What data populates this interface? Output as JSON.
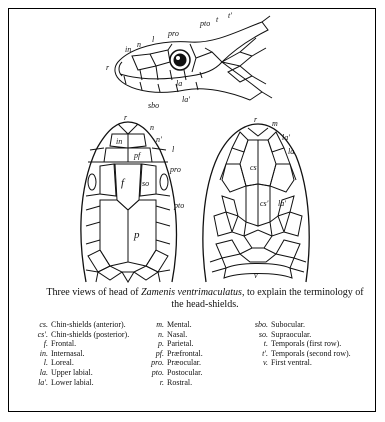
{
  "figure": {
    "caption_parts": [
      "Three views of head of ",
      "Zamenis ventrimaculatus",
      ", to explain the terminology of the head-shields."
    ],
    "labels": {
      "side": [
        "in",
        "n",
        "r",
        "l",
        "pro",
        "pto",
        "t",
        "t'",
        "la",
        "sbo",
        "la'"
      ],
      "top": [
        "r",
        "n",
        "in",
        "n'",
        "pf",
        "l",
        "f",
        "so",
        "pro",
        "pto",
        "p"
      ],
      "bottom": [
        "r",
        "m",
        "la'",
        "la",
        "cs",
        "cs'",
        "la'",
        "v"
      ]
    }
  },
  "legend": {
    "col1": [
      {
        "abbr": "cs.",
        "text": "Chin-shields (anterior)."
      },
      {
        "abbr": "cs'.",
        "text": "Chin-shields (posterior)."
      },
      {
        "abbr": "f.",
        "text": "Frontal."
      },
      {
        "abbr": "in.",
        "text": "Internasal."
      },
      {
        "abbr": "l.",
        "text": "Loreal."
      },
      {
        "abbr": "la.",
        "text": "Upper labial."
      },
      {
        "abbr": "la'.",
        "text": "Lower labial."
      }
    ],
    "col2": [
      {
        "abbr": "m.",
        "text": "Mental."
      },
      {
        "abbr": "n.",
        "text": "Nasal."
      },
      {
        "abbr": "p.",
        "text": "Parietal."
      },
      {
        "abbr": "pf.",
        "text": "Præfrontal."
      },
      {
        "abbr": "pro.",
        "text": "Præocular."
      },
      {
        "abbr": "pto.",
        "text": "Postocular."
      },
      {
        "abbr": "r.",
        "text": "Rostral."
      }
    ],
    "col3": [
      {
        "abbr": "sbo.",
        "text": "Subocular."
      },
      {
        "abbr": "so.",
        "text": "Supraocular."
      },
      {
        "abbr": "t.",
        "text": "Temporals (first row)."
      },
      {
        "abbr": "t'.",
        "text": "Temporals (second row)."
      },
      {
        "abbr": "v.",
        "text": "First ventral."
      }
    ]
  }
}
